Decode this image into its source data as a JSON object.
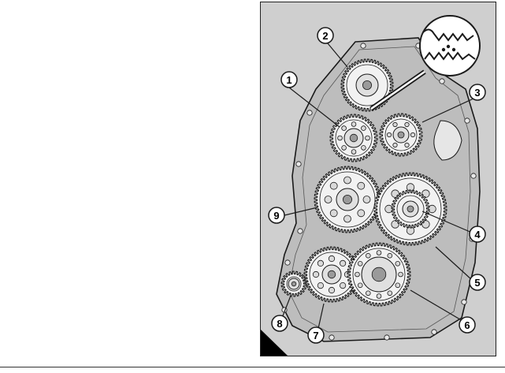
{
  "figure": {
    "callouts": [
      {
        "label": "1"
      },
      {
        "label": "2"
      },
      {
        "label": "3"
      },
      {
        "label": "4"
      },
      {
        "label": "5"
      },
      {
        "label": "6"
      },
      {
        "label": "7"
      },
      {
        "label": "8"
      },
      {
        "label": "9"
      }
    ],
    "colors": {
      "background": "#cfcfcf",
      "gear_fill": "#f2f2f2",
      "line": "#1a1a1a",
      "housing_fill": "#bdbdbd"
    }
  }
}
